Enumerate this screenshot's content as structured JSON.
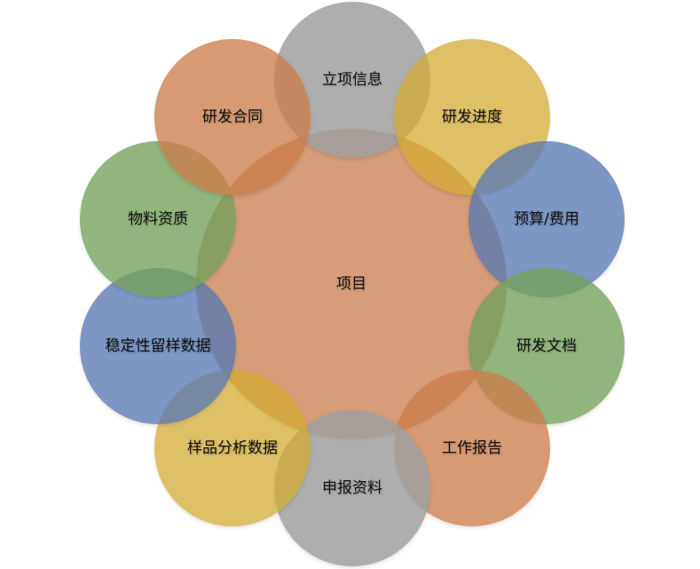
{
  "diagram": {
    "type": "radial-venn",
    "center": {
      "label": "项目",
      "color": "#D0916A"
    },
    "nodes": [
      {
        "label": "立项信息",
        "color": "#A6A6A6",
        "position": "top"
      },
      {
        "label": "研发进度",
        "color": "#D9B74F",
        "position": "top-right"
      },
      {
        "label": "预算/费用",
        "color": "#7390C0",
        "position": "right-upper"
      },
      {
        "label": "研发文档",
        "color": "#8CB07A",
        "position": "right-lower"
      },
      {
        "label": "工作报告",
        "color": "#D28C62",
        "position": "bottom-right"
      },
      {
        "label": "申报资料",
        "color": "#A6A6A6",
        "position": "bottom"
      },
      {
        "label": "样品分析数据",
        "color": "#D9B74F",
        "position": "bottom-left"
      },
      {
        "label": "稳定性留样数据",
        "color": "#7390C0",
        "position": "left-lower"
      },
      {
        "label": "物料资质",
        "color": "#8CB07A",
        "position": "left-upper"
      },
      {
        "label": "研发合同",
        "color": "#D28C62",
        "position": "top-left"
      }
    ]
  }
}
